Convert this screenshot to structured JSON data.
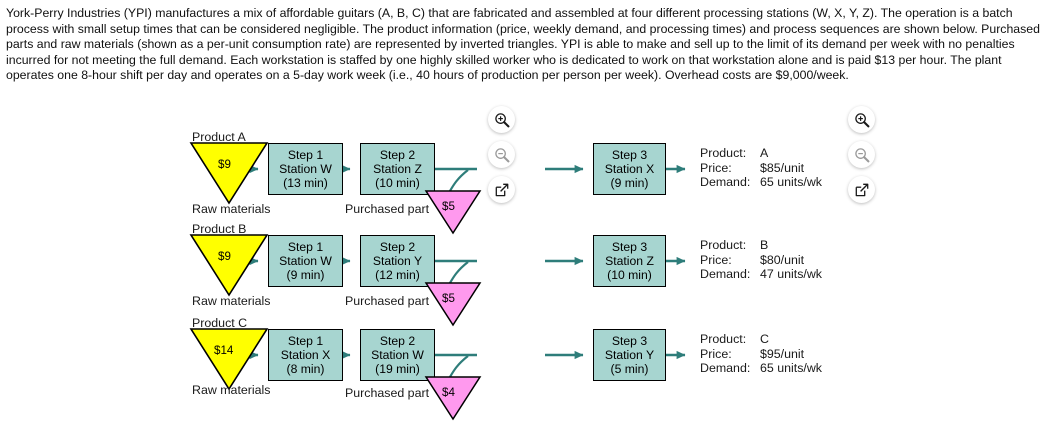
{
  "prose": {
    "text": "York-Perry Industries (YPI) manufactures a mix of affordable guitars (A, B, C) that are fabricated and assembled at four different processing stations (W, X, Y, Z). The operation is a batch process with small setup times that can be considered negligible. The product information (price, weekly demand, and processing times) and process sequences are shown below. Purchased parts and raw materials (shown as a per-unit consumption rate) are represented by inverted triangles. YPI is able to make and sell up to the limit of its demand per week with no penalties incurred for not meeting the full demand. Each workstation is staffed by one highly skilled worker who is dedicated to work on that workstation alone and is paid $13 per hour. The plant operates one 8-hour shift per day and operates on a 5-day work week (i.e., 40 hours of production per person per week). Overhead costs are $9,000/week."
  },
  "colors": {
    "process_box_fill": "#a7d5d0",
    "raw_material_fill": "#ffff00",
    "purchased_part_fill": "#ff99ee",
    "connector": "#2e7d7a",
    "box_border": "#000000"
  },
  "labels": {
    "raw_materials": "Raw materials",
    "purchased_part": "Purchased part",
    "product_key": "Product:",
    "price_key": "Price:",
    "demand_key": "Demand:"
  },
  "rows": [
    {
      "product_label": "Product A",
      "raw_material_cost": "$9",
      "raw_material_caption": "Raw materials",
      "steps": [
        {
          "step": "Step 1",
          "station": "Station W",
          "time": "(13 min)"
        },
        {
          "step": "Step 2",
          "station": "Station Z",
          "time": "(10 min)"
        },
        {
          "step": "Step 3",
          "station": "Station X",
          "time": "(9 min)"
        }
      ],
      "purchased_part_cost": "$5",
      "purchased_part_caption": "Purchased part",
      "info": {
        "product": "A",
        "price": "$85/unit",
        "demand": "65 units/wk"
      }
    },
    {
      "product_label": "Product B",
      "raw_material_cost": "$9",
      "raw_material_caption": "Raw materials",
      "steps": [
        {
          "step": "Step 1",
          "station": "Station W",
          "time": "(9 min)"
        },
        {
          "step": "Step 2",
          "station": "Station Y",
          "time": "(12 min)"
        },
        {
          "step": "Step 3",
          "station": "Station Z",
          "time": "(10 min)"
        }
      ],
      "purchased_part_cost": "$5",
      "purchased_part_caption": "Purchased part",
      "info": {
        "product": "B",
        "price": "$80/unit",
        "demand": "47 units/wk"
      }
    },
    {
      "product_label": "Product C",
      "raw_material_cost": "$14",
      "raw_material_caption": "Raw materials",
      "steps": [
        {
          "step": "Step 1",
          "station": "Station X",
          "time": "(8 min)"
        },
        {
          "step": "Step 2",
          "station": "Station W",
          "time": "(19 min)"
        },
        {
          "step": "Step 3",
          "station": "Station Y",
          "time": "(5 min)"
        }
      ],
      "purchased_part_cost": "$4",
      "purchased_part_caption": "Purchased part",
      "info": {
        "product": "C",
        "price": "$95/unit",
        "demand": "65 units/wk"
      }
    }
  ],
  "icon_clusters": [
    {
      "name": "left",
      "icons": [
        "zoom-in-icon",
        "zoom-out-icon",
        "open-external-icon"
      ]
    },
    {
      "name": "right",
      "icons": [
        "zoom-in-icon",
        "zoom-out-icon",
        "open-external-icon"
      ]
    }
  ]
}
